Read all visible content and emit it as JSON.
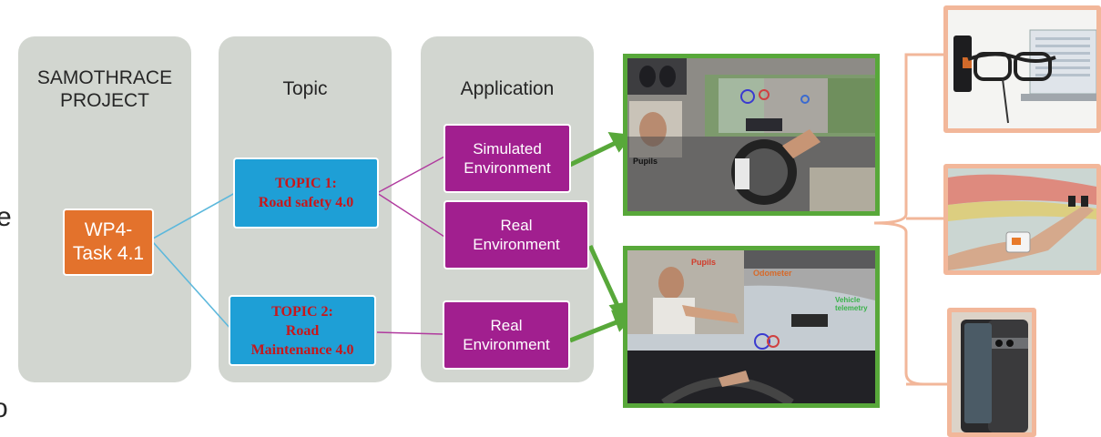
{
  "columns": {
    "project": "SAMOTHRACE\nPROJECT",
    "topic": "Topic",
    "application": "Application"
  },
  "task": "WP4-\nTask 4.1",
  "topics": [
    {
      "label": "TOPIC 1:\nRoad safety 4.0"
    },
    {
      "label": "TOPIC 2:\nRoad\nMaintenance 4.0"
    }
  ],
  "applications": [
    {
      "label": "Simulated\nEnvironment"
    },
    {
      "label": "Real\nEnvironment"
    },
    {
      "label": "Real\nEnvironment"
    }
  ],
  "photo_labels": {
    "pupils_sim": "Pupils",
    "pupils_real": "Pupils",
    "odometer": "Odometer",
    "vehicle_telemetry": "Vehicle\ntelemetry"
  },
  "edge_fragments": {
    "left_mid": "e",
    "left_bottom": "o"
  },
  "colors": {
    "column_bg": "#d2d6d0",
    "task": "#e3722c",
    "topic": "#1e9fd6",
    "topic_text": "#c8161a",
    "application": "#a11f8f",
    "photo_border": "#58a83a",
    "device_border": "#f2b79a",
    "link_line": "#5cb8dc",
    "link_purple": "#b03a9e"
  },
  "icons": [
    "eye-tracking-glasses-icon",
    "wrist-sensor-icon",
    "smartphone-icon"
  ]
}
